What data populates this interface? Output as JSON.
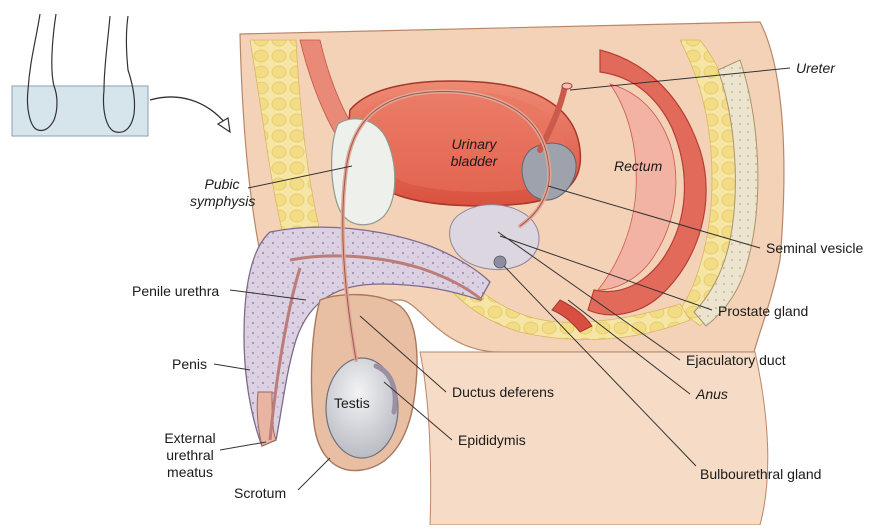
{
  "labels": {
    "ureter": "Ureter",
    "urinary_bladder": "Urinary bladder",
    "rectum": "Rectum",
    "pubic_symphysis": "Pubic symphysis",
    "seminal_vesicle": "Seminal vesicle",
    "prostate_gland": "Prostate gland",
    "penile_urethra": "Penile urethra",
    "ejaculatory_duct": "Ejaculatory duct",
    "penis": "Penis",
    "anus": "Anus",
    "ductus_deferens": "Ductus deferens",
    "testis": "Testis",
    "epididymis": "Epididymis",
    "external_urethral_meatus": "External urethral meatus",
    "bulbourethral_gland": "Bulbourethral gland",
    "scrotum": "Scrotum"
  },
  "colors": {
    "skin": "#f4d2b8",
    "skin_dark": "#e9b997",
    "fat": "#f6e6a6",
    "fat_cells": "#f2d77a",
    "muscle": "#d9534f",
    "muscle_light": "#e98a78",
    "bladder": "#e46b58",
    "bladder_dark": "#c9453a",
    "erectile": "#d9cde0",
    "bone": "#e8e2d2",
    "gland_gray": "#b9bcc4",
    "line": "#333333"
  }
}
